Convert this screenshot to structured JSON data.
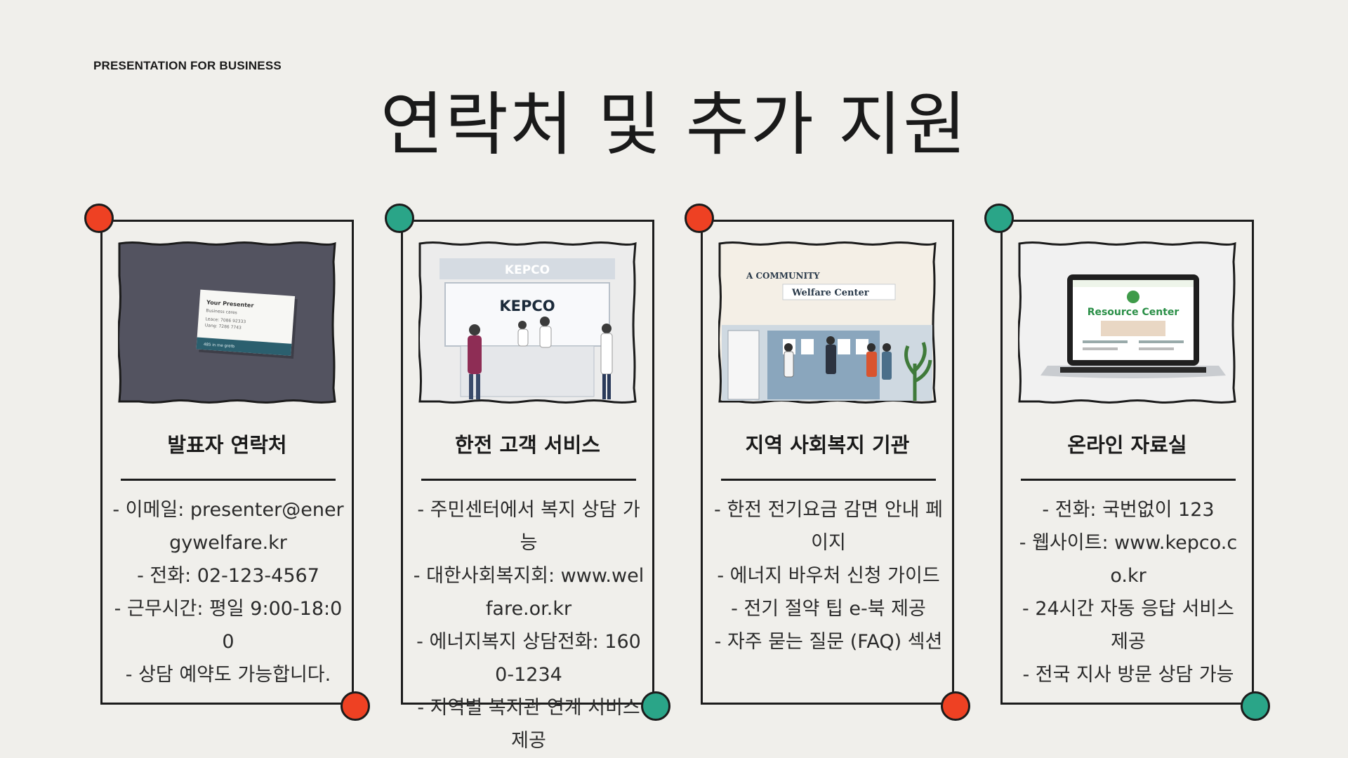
{
  "header": {
    "eyebrow": "PRESENTATION FOR BUSINESS",
    "title": "연락처 및 추가 지원"
  },
  "colors": {
    "background": "#f0efeb",
    "accent_red": "#ee4123",
    "accent_green": "#2aa588",
    "ink": "#1c1c1c"
  },
  "cards": [
    {
      "title": "발표자 연락처",
      "lines": [
        "- 이메일: presenter@energywelfare.kr",
        "- 전화: 02-123-4567",
        "- 근무시간: 평일 9:00-18:00",
        "- 상담 예약도 가능합니다."
      ],
      "image": {
        "name": "business-card-photo",
        "card_name": "Your Presenter",
        "card_sub": "Business cares",
        "card_line1": "Leace: 7086 92333",
        "card_line2": "Uang: 7286 7743",
        "card_footer": "485 in me gretb"
      }
    },
    {
      "title": "한전 고객 서비스",
      "lines": [
        "- 주민센터에서 복지 상담 가능",
        "- 대한사회복지회: www.welfare.or.kr",
        "- 에너지복지 상담전화: 1600-1234",
        "- 지역별 복지관 연계 서비스 제공"
      ],
      "image": {
        "name": "kepco-service-desk-illustration",
        "sign_top": "KEPCO",
        "sign_main": "KEPCO"
      }
    },
    {
      "title": "지역 사회복지 기관",
      "lines": [
        "- 한전 전기요금 감면 안내 페이지",
        "- 에너지 바우처 신청 가이드",
        "- 전기 절약 팁 e-북 제공",
        "- 자주 묻는 질문 (FAQ) 섹션"
      ],
      "image": {
        "name": "welfare-center-illustration",
        "sign_line1": "A COMMUNITY",
        "sign_line2": "Welfare Center"
      }
    },
    {
      "title": "온라인 자료실",
      "lines": [
        "- 전화: 국번없이 123",
        "- 웹사이트: www.kepco.co.kr",
        "- 24시간 자동 응답 서비스 제공",
        "- 전국 지사 방문 상담 가능"
      ],
      "image": {
        "name": "laptop-resource-center",
        "screen_title": "Resource Center"
      }
    }
  ]
}
